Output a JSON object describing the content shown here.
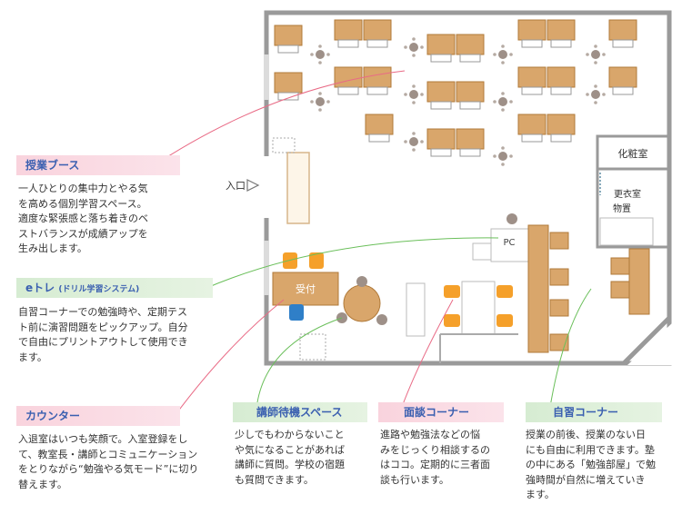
{
  "labels": {
    "entrance": "入口",
    "reception": "受付",
    "pc": "PC",
    "powder_room": "化粧室",
    "locker_room_line1": "更衣室",
    "locker_room_line2": "物置"
  },
  "sections": {
    "booth": {
      "title": "授業ブース",
      "lines": [
        "一人ひとりの集中力とやる気",
        "を高める個別学習スペース。",
        "適度な緊張感と落ち着きのベ",
        "ストバランスが成績アップを",
        "生み出します。"
      ]
    },
    "etore": {
      "title": "eトレ",
      "subtitle": "(ドリル学習システム)",
      "lines": [
        "自習コーナーでの勉強時や、定期テス",
        "ト前に演習問題をピックアップ。自分",
        "で自由にプリントアウトして使用でき",
        "ます。"
      ]
    },
    "counter": {
      "title": "カウンター",
      "lines": [
        "入退室はいつも笑顔で。入室登録をし",
        "て、教室長・講師とコミュニケーション",
        "をとりながら“勉強やる気モード”に切り",
        "替えます。"
      ]
    },
    "teacher": {
      "title": "講師待機スペース",
      "lines": [
        "少しでもわからないこと",
        "や気になることがあれば",
        "講師に質問。学校の宿題",
        "も質問できます。"
      ]
    },
    "interview": {
      "title": "面談コーナー",
      "lines": [
        "進路や勉強法などの悩",
        "みをじっくり相談するの",
        "はココ。定期的に三者面",
        "談も行います。"
      ]
    },
    "selfstudy": {
      "title": "自習コーナー",
      "lines": [
        "授業の前後、授業のない日",
        "にも自由に利用できます。塾",
        "の中にある「勉強部屋」で勉",
        "強時間が自然に増えていき",
        "ます。"
      ]
    }
  },
  "colors": {
    "desk": "#d9a66b",
    "desk_edge": "#b07a3a",
    "orange_chair": "#f5a02a",
    "blue_chair": "#2f7fc8",
    "pink_line": "#e96b86",
    "green_line": "#6abf5a"
  }
}
